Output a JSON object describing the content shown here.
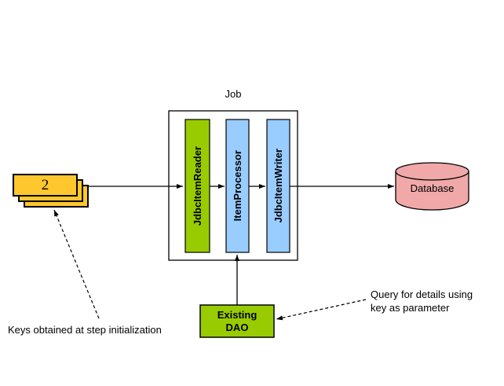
{
  "diagram": {
    "job_box": {
      "label": "Job",
      "steps": [
        {
          "label": "JdbcItemReader"
        },
        {
          "label": "ItemProcessor"
        },
        {
          "label": "JdbcItemWriter"
        }
      ]
    },
    "keys_stack": {
      "label": "2"
    },
    "database": {
      "label": "Database"
    },
    "dao_box": {
      "line1": "Existing",
      "line2": "DAO"
    },
    "notes": {
      "keys": "Keys obtained at step initialization",
      "query_line1": "Query for details using",
      "query_line2": "key as parameter"
    },
    "colors": {
      "card_yellow": "#FFC72E",
      "reader_green": "#99CC00",
      "processor_blue": "#99CCFF",
      "writer_blue": "#99CCFF",
      "database_pink": "#F0A8A8",
      "dao_green": "#99CC00",
      "box_fill": "#FFFFFF",
      "line": "#000000"
    }
  }
}
